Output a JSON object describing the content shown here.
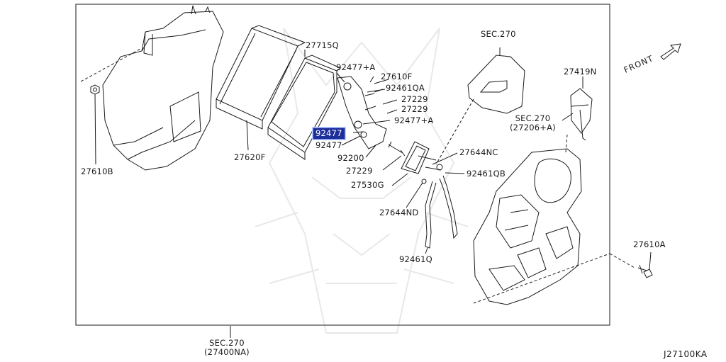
{
  "colors": {
    "line": "#1a1a1a",
    "highlight_bg": "#1f2f9a",
    "highlight_text": "#ffffff",
    "watermark": "#e6e6e6"
  },
  "labels": {
    "p27715q": "27715Q",
    "p92477a_1": "92477+A",
    "p27610f": "27610F",
    "p92461qa": "92461QA",
    "p27229_1": "27229",
    "p27229_2": "27229",
    "p92477a_2": "92477+A",
    "p92477_hl": "92477",
    "p92477": "92477",
    "p92200": "92200",
    "p27229_3": "27229",
    "p27530g": "27530G",
    "p27644nd": "27644ND",
    "p92461q": "92461Q",
    "p27644nc": "27644NC",
    "p92461qb": "92461QB",
    "p27620f": "27620F",
    "p27610b": "27610B",
    "p27610a": "27610A",
    "p27419n": "27419N",
    "sec270_top": "SEC.270",
    "sec270_mid_line1": "SEC.270",
    "sec270_mid_line2": "(27206+A)",
    "sec270_bottom_line1": "SEC.270",
    "sec270_bottom_line2": "(27400NA)",
    "front": "FRONT"
  },
  "diagram_code": "J27100KA"
}
